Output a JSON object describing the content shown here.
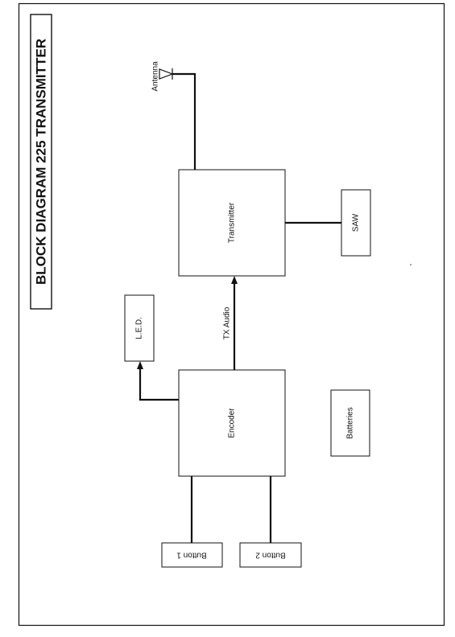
{
  "title": "BLOCK DIAGRAM 225 TRANSMITTER",
  "blocks": {
    "encoder": "Encoder",
    "transmitter": "Transmitter",
    "led": "L.E.D.",
    "saw": "SAW",
    "batteries": "Batteries",
    "button1": "Button 1",
    "button2": "Button 2"
  },
  "signals": {
    "antenna": "Antenna",
    "tx_audio": "TX Audio"
  }
}
